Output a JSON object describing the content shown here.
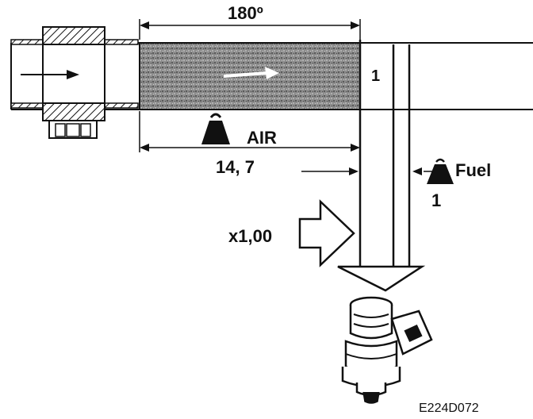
{
  "labels": {
    "angle": "180º",
    "chamber_index": "1",
    "air": "AIR",
    "air_ratio": "14, 7",
    "fuel": "Fuel",
    "fuel_ratio": "1",
    "factor": "x1,00",
    "figure_code": "E224D072"
  },
  "icons": {
    "air_weight": "weight-icon",
    "fuel_weight": "weight-icon",
    "injector": "fuel-injector-icon",
    "sensor": "sensor-connector-icon"
  },
  "colors": {
    "ink": "#111111",
    "fill_gray": "#8c8c8c",
    "paper": "#ffffff"
  }
}
